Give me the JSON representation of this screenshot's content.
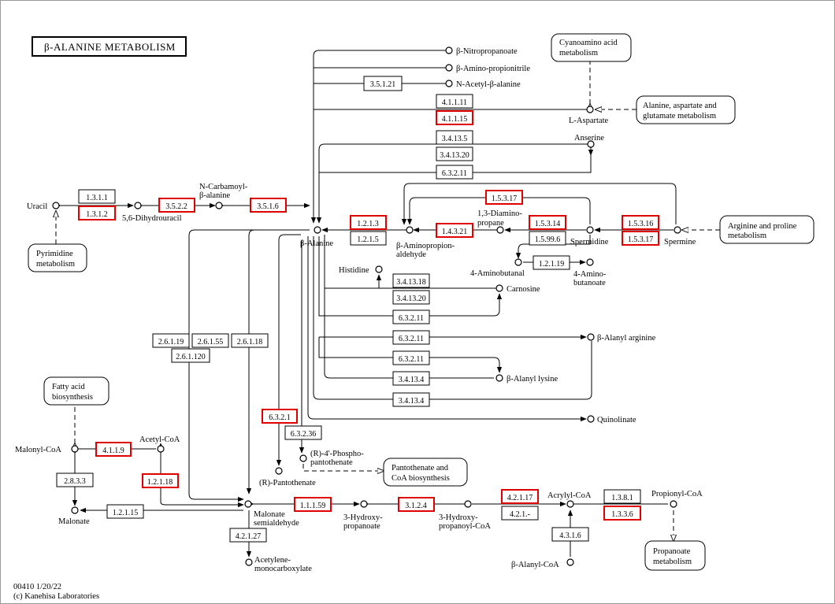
{
  "title": "β-ALANINE METABOLISM",
  "footer": {
    "code": "00410 1/20/22",
    "copyright": "(c) Kanehisa Laboratories"
  },
  "compounds": {
    "nitropropanoate": "β-Nitropropanoate",
    "aminopropionitrile": "β-Amino-propionitrile",
    "acetylalanine": "N-Acetyl-β-alanine",
    "aspartate": "L-Aspartate",
    "anserine": "Anserine",
    "uracil": "Uracil",
    "dihydrouracil": "5,6-Dihydrouracil",
    "carbamoyl1": "N-Carbamoyl-",
    "carbamoyl2": "β-alanine",
    "balanine": "β-Alanine",
    "aldehyde1": "β-Aminopropion-",
    "aldehyde2": "aldehyde",
    "diaminopropane1": "1,3-Diamino-",
    "diaminopropane2": "propane",
    "spermidine": "Spermidine",
    "spermine": "Spermine",
    "aminobutanal": "4-Aminobutanal",
    "aminobutanoate1": "4-Amino-",
    "aminobutanoate2": "butanoate",
    "histidine": "Histidine",
    "carnosine": "Carnosine",
    "alanylarginine": "β-Alanyl arginine",
    "alanyllysine": "β-Alanyl lysine",
    "quinolinate": "Quinolinate",
    "malonylcoa": "Malonyl-CoA",
    "acetylcoa": "Acetyl-CoA",
    "malonate": "Malonate",
    "phosphopantothenate1": "(R)-4'-Phospho-",
    "phosphopantothenate2": "pantothenate",
    "pantothenate": "(R)-Pantothenate",
    "semialdehyde1": "Malonate",
    "semialdehyde2": "semialdehyde",
    "hydroxypropanoate1": "3-Hydroxy-",
    "hydroxypropanoate2": "propanoate",
    "hydroxypropanoylcoa1": "3-Hydroxy-",
    "hydroxypropanoylcoa2": "propanoyl-CoA",
    "acrylylcoa": "Acrylyl-CoA",
    "propionylcoa": "Propionyl-CoA",
    "alanylcoa": "β-Alanyl-CoA",
    "acetylene1": "Acetylene-",
    "acetylene2": "monocarboxylate"
  },
  "maps": {
    "cyanoamino": [
      "Cyanoamino acid",
      "metabolism"
    ],
    "alanine": [
      "Alanine, aspartate and",
      "glutamate metabolism"
    ],
    "arginine": [
      "Arginine and proline",
      "metabolism"
    ],
    "pyrimidine": [
      "Pyrimidine",
      "metabolism"
    ],
    "fattyacid": [
      "Fatty acid",
      "biosynthesis"
    ],
    "pantothenate": [
      "Pantothenate and",
      "CoA biosynthesis"
    ],
    "propanoate": [
      "Propanoate",
      "metabolism"
    ]
  },
  "enzymes": {
    "e35121": "3.5.1.21",
    "e41111": "4.1.1.11",
    "e41115": "4.1.1.15",
    "e34135": "3.4.13.5",
    "e341320": "3.4.13.20",
    "e63211": "6.3.2.11",
    "e1311": "1.3.1.1",
    "e1312": "1.3.1.2",
    "e3522": "3.5.2.2",
    "e3516": "3.5.1.6",
    "e1213": "1.2.1.3",
    "e1215": "1.2.1.5",
    "e15317a": "1.5.3.17",
    "e14321": "1.4.3.21",
    "e15314": "1.5.3.14",
    "e15996": "1.5.99.6",
    "e15316": "1.5.3.16",
    "e15317b": "1.5.3.17",
    "e12119": "1.2.1.19",
    "e341318": "3.4.13.18",
    "e341320b": "3.4.13.20",
    "e63211b": "6.3.2.11",
    "e63211c": "6.3.2.11",
    "e63211d": "6.3.2.11",
    "e34134a": "3.4.13.4",
    "e34134b": "3.4.13.4",
    "e26119": "2.6.1.19",
    "e26155": "2.6.1.55",
    "e26118": "2.6.1.18",
    "e261120": "2.6.1.120",
    "e6321": "6.3.2.1",
    "e63236": "6.3.2.36",
    "e4119": "4.1.1.9",
    "e2833": "2.8.3.3",
    "e12118": "1.2.1.18",
    "e12115": "1.2.1.15",
    "e11159": "1.1.1.59",
    "e3124": "3.1.2.4",
    "e42117": "4.2.1.17",
    "e421": "4.2.1.-",
    "e1381": "1.3.8.1",
    "e1336": "1.3.3.6",
    "e4316": "4.3.1.6",
    "e42127": "4.2.1.27"
  },
  "highlight_color": "#e00000"
}
